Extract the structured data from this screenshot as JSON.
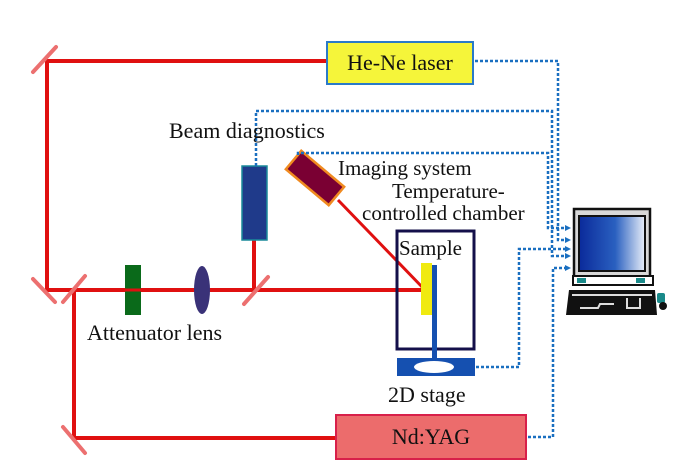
{
  "diagram": {
    "type": "optical-setup-schematic",
    "colors": {
      "laser_beam": "#e01010",
      "mirror": "#ec7070",
      "signal_line": "#1a6fc0",
      "he_ne_fill": "#f5f53a",
      "he_ne_border": "#2a7ac8",
      "ndyag_fill": "#ec6c6c",
      "ndyag_border": "#d8204a",
      "attenuator": "#0a6a1a",
      "lens": "#3a3278",
      "beam_diag": "#1f3a8a",
      "imaging": "#7a0033",
      "imaging_border": "#f08a20",
      "chamber": "#14104a",
      "sample": "#f0ea10",
      "holder": "#1550b0"
    },
    "components": {
      "he_ne_laser": "He-Ne laser",
      "nd_yag": "Nd:YAG",
      "beam_diagnostics": "Beam diagnostics",
      "imaging_system": "Imaging system",
      "chamber_line1": "Temperature-",
      "chamber_line2": "controlled chamber",
      "sample": "Sample",
      "stage": "2D stage",
      "attenuator_lens": "Attenuator lens",
      "computer": "computer-icon"
    }
  }
}
